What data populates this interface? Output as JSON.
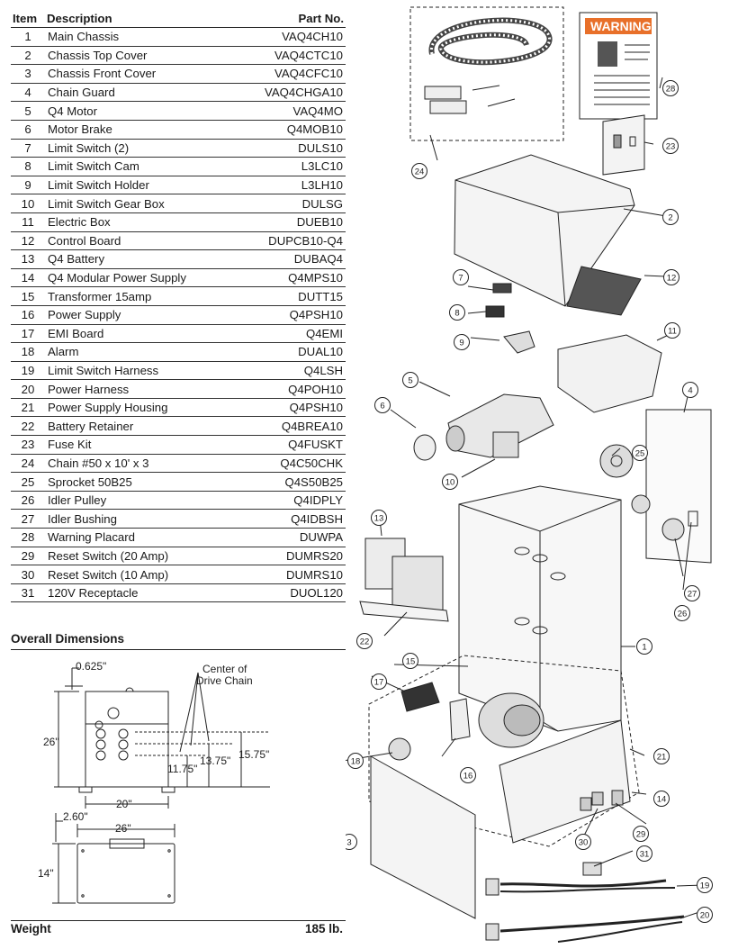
{
  "table": {
    "headers": {
      "item": "Item",
      "description": "Description",
      "part_no": "Part No."
    },
    "rows": [
      {
        "item": "1",
        "description": "Main Chassis",
        "part_no": "VAQ4CH10"
      },
      {
        "item": "2",
        "description": "Chassis Top Cover",
        "part_no": "VAQ4CTC10"
      },
      {
        "item": "3",
        "description": "Chassis Front Cover",
        "part_no": "VAQ4CFC10"
      },
      {
        "item": "4",
        "description": "Chain Guard",
        "part_no": "VAQ4CHGA10"
      },
      {
        "item": "5",
        "description": "Q4 Motor",
        "part_no": "VAQ4MO"
      },
      {
        "item": "6",
        "description": "Motor Brake",
        "part_no": "Q4MOB10"
      },
      {
        "item": "7",
        "description": "Limit Switch (2)",
        "part_no": "DULS10"
      },
      {
        "item": "8",
        "description": "Limit Switch Cam",
        "part_no": "L3LC10"
      },
      {
        "item": "9",
        "description": "Limit Switch Holder",
        "part_no": "L3LH10"
      },
      {
        "item": "10",
        "description": "Limit Switch Gear Box",
        "part_no": "DULSG"
      },
      {
        "item": "11",
        "description": "Electric Box",
        "part_no": "DUEB10"
      },
      {
        "item": "12",
        "description": "Control Board",
        "part_no": "DUPCB10-Q4"
      },
      {
        "item": "13",
        "description": "Q4 Battery",
        "part_no": "DUBAQ4"
      },
      {
        "item": "14",
        "description": "Q4 Modular Power Supply",
        "part_no": "Q4MPS10"
      },
      {
        "item": "15",
        "description": "Transformer 15amp",
        "part_no": "DUTT15"
      },
      {
        "item": "16",
        "description": "Power Supply",
        "part_no": "Q4PSH10"
      },
      {
        "item": "17",
        "description": "EMI Board",
        "part_no": "Q4EMI"
      },
      {
        "item": "18",
        "description": "Alarm",
        "part_no": "DUAL10"
      },
      {
        "item": "19",
        "description": "Limit Switch Harness",
        "part_no": "Q4LSH"
      },
      {
        "item": "20",
        "description": "Power Harness",
        "part_no": "Q4POH10"
      },
      {
        "item": "21",
        "description": "Power Supply Housing",
        "part_no": "Q4PSH10"
      },
      {
        "item": "22",
        "description": "Battery Retainer",
        "part_no": "Q4BREA10"
      },
      {
        "item": "23",
        "description": "Fuse Kit",
        "part_no": "Q4FUSKT"
      },
      {
        "item": "24",
        "description": "Chain #50 x 10' x 3",
        "part_no": "Q4C50CHK"
      },
      {
        "item": "25",
        "description": "Sprocket 50B25",
        "part_no": "Q4S50B25"
      },
      {
        "item": "26",
        "description": "Idler Pulley",
        "part_no": "Q4IDPLY"
      },
      {
        "item": "27",
        "description": "Idler Bushing",
        "part_no": "Q4IDBSH"
      },
      {
        "item": "28",
        "description": "Warning Placard",
        "part_no": "DUWPA"
      },
      {
        "item": "29",
        "description": "Reset Switch (20 Amp)",
        "part_no": "DUMRS20"
      },
      {
        "item": "30",
        "description": "Reset Switch (10 Amp)",
        "part_no": "DUMRS10"
      },
      {
        "item": "31",
        "description": "120V Receptacle",
        "part_no": "DUOL120"
      }
    ]
  },
  "dimensions": {
    "title": "Overall Dimensions",
    "labels": {
      "top_offset": "0.625\"",
      "center_note_1": "Center of",
      "center_note_2": "Drive Chain",
      "height": "26\"",
      "d1": "11.75\"",
      "d2": "13.75\"",
      "d3": "15.75\"",
      "width": "20\"",
      "plan_offset": "2.60\"",
      "plan_width": "26\"",
      "plan_depth": "14\""
    }
  },
  "weight": {
    "label": "Weight",
    "value": "185 lb."
  },
  "diagram": {
    "warning_text": "WARNING",
    "callouts": [
      "1",
      "2",
      "3",
      "4",
      "5",
      "6",
      "7",
      "8",
      "9",
      "10",
      "11",
      "12",
      "13",
      "14",
      "15",
      "16",
      "17",
      "18",
      "19",
      "20",
      "21",
      "22",
      "23",
      "24",
      "25",
      "26",
      "27",
      "28",
      "29",
      "30",
      "31"
    ]
  }
}
